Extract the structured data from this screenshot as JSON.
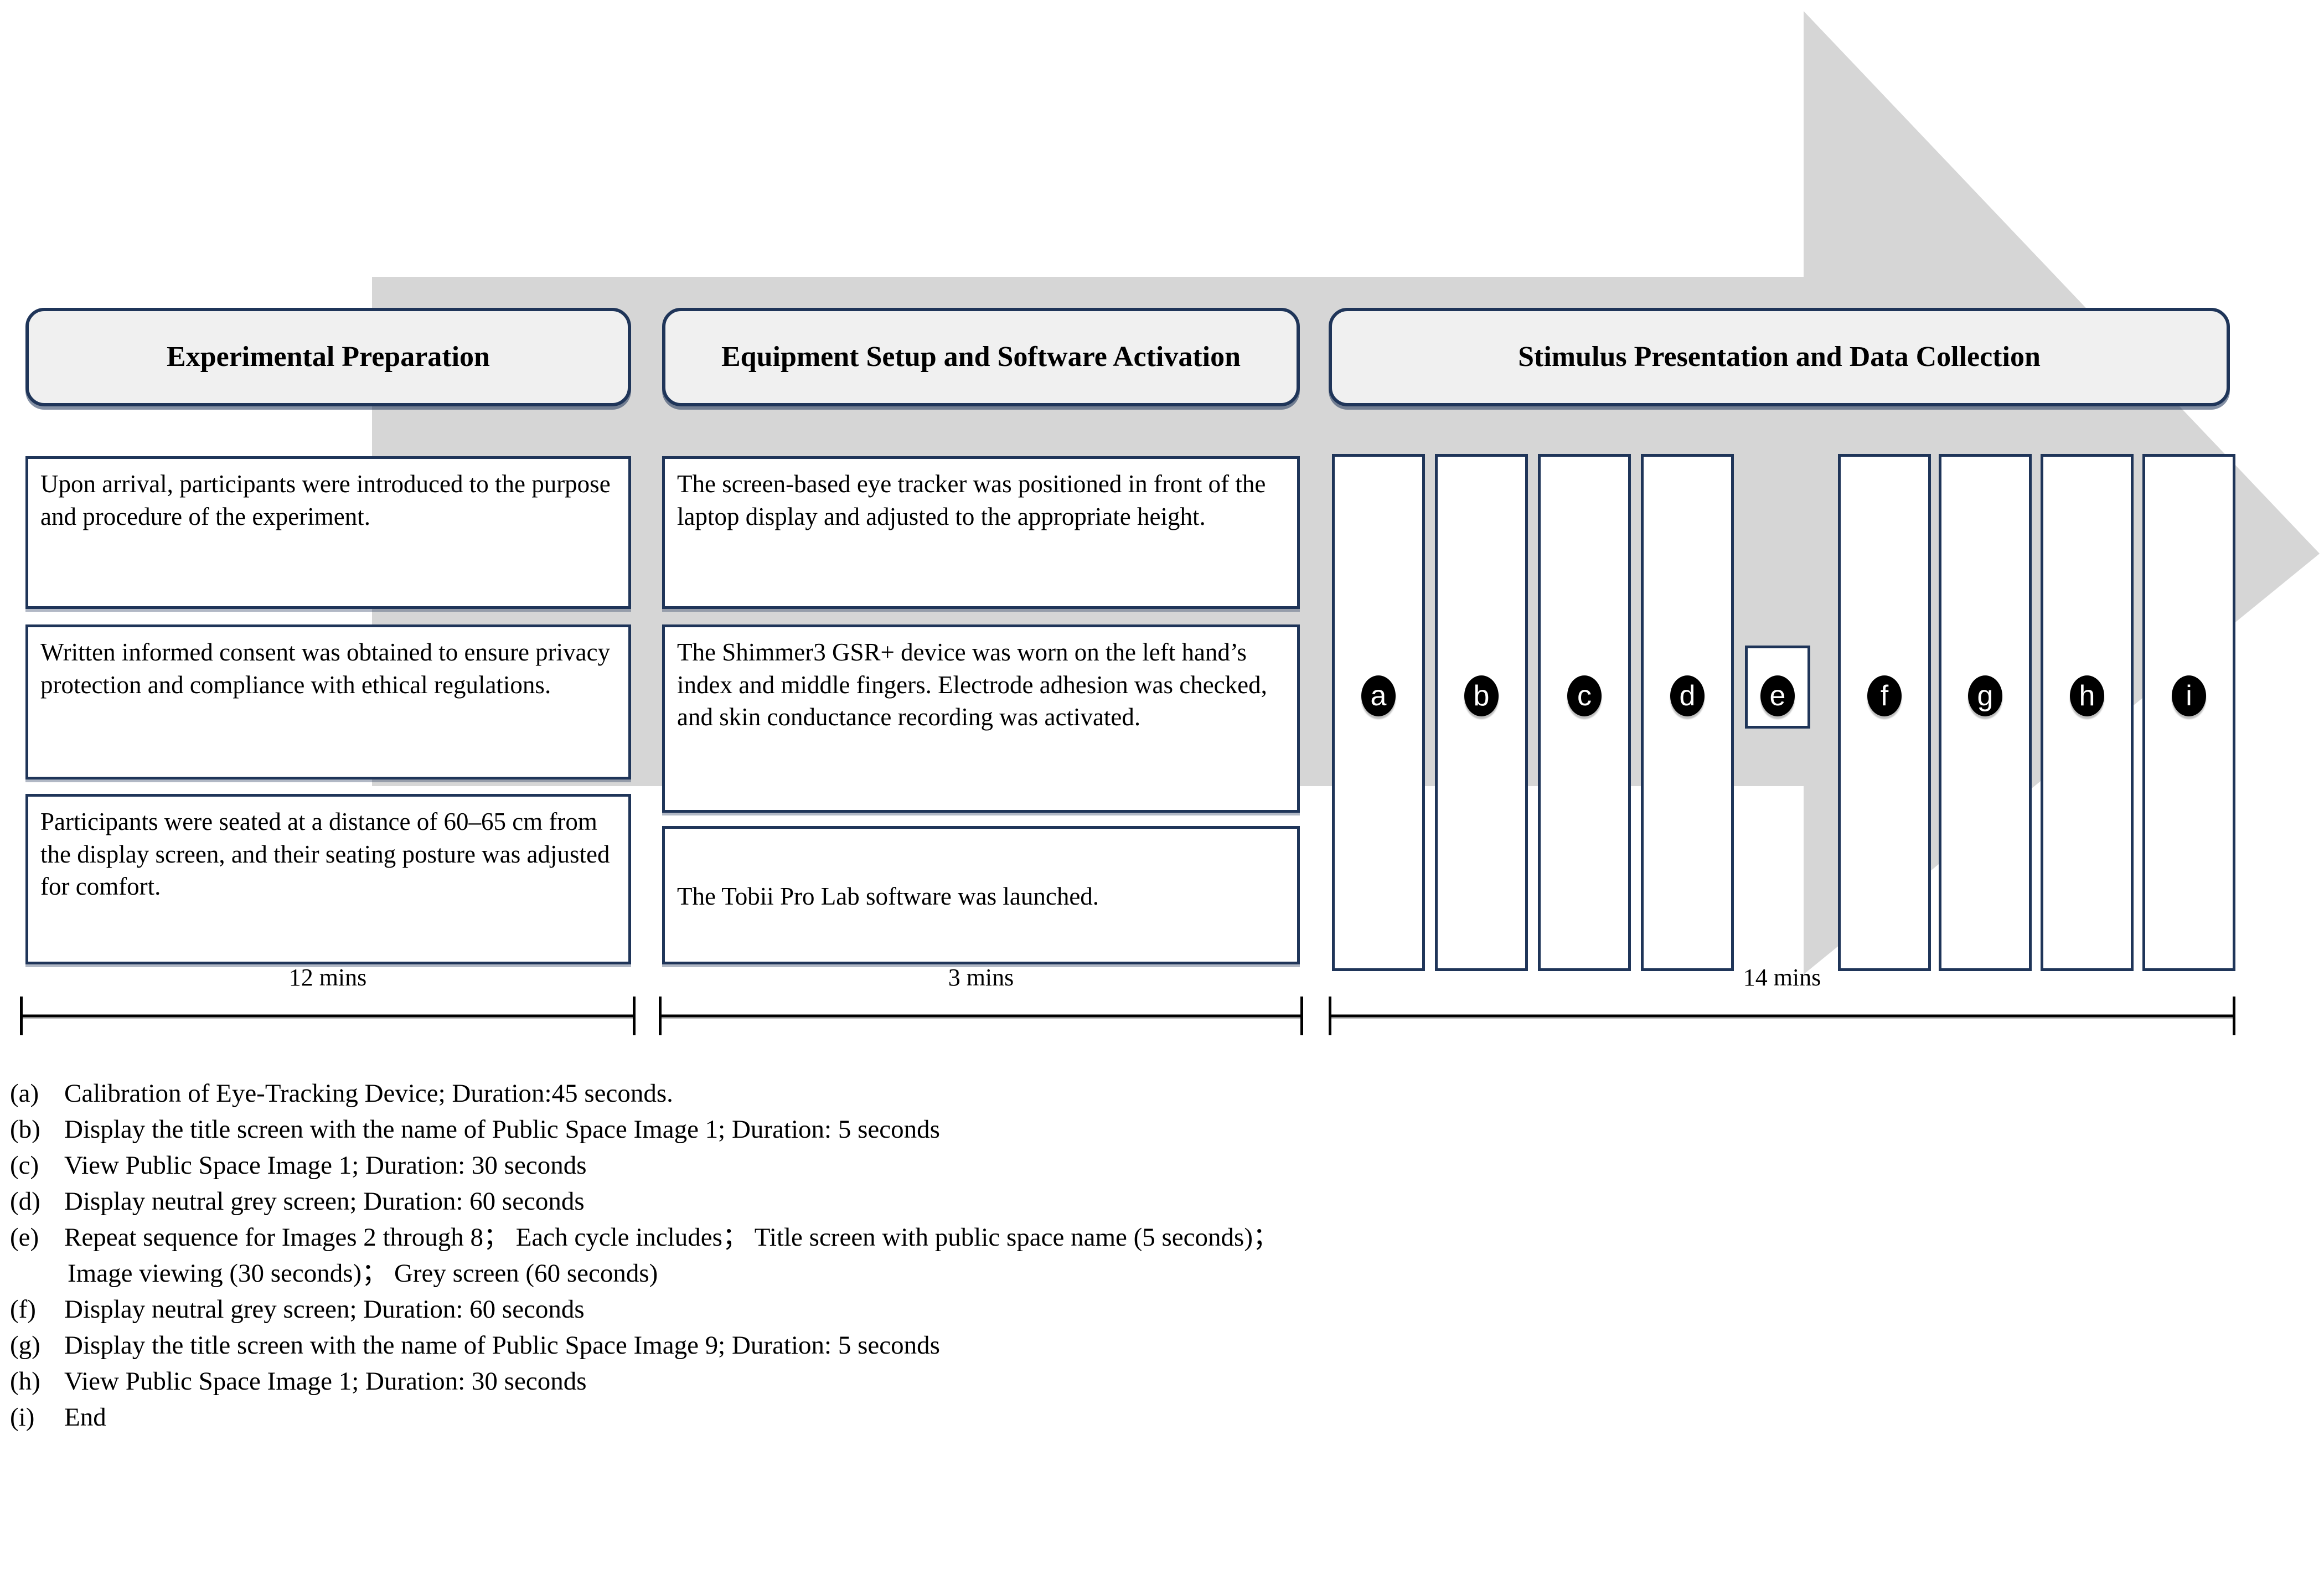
{
  "colors": {
    "arrow_grey": "#d6d6d6",
    "box_border": "#1f3559",
    "header_fill": "#f0f0f0",
    "badge_fill": "#000000",
    "page_bg": "#ffffff"
  },
  "stages": [
    {
      "id": "experimental-preparation",
      "title": "Experimental Preparation",
      "duration_label": "12 mins",
      "steps": [
        "Upon arrival, participants were introduced to the purpose and procedure of the experiment.",
        "Written informed consent was obtained to ensure privacy protection and compliance with ethical regulations.",
        "Participants were seated at a distance of 60–65 cm from the display screen, and their seating posture was adjusted for comfort."
      ]
    },
    {
      "id": "equipment-setup-and-software-activation",
      "title": "Equipment Setup and Software Activation",
      "duration_label": "3 mins",
      "steps": [
        "The screen-based eye tracker was positioned in front of the laptop display and adjusted to the appropriate height.",
        "The Shimmer3 GSR+ device was worn on the left hand’s index and middle fingers. Electrode adhesion was checked, and skin conductance recording was activated.",
        "The Tobii Pro Lab software was launched."
      ]
    },
    {
      "id": "stimulus-presentation-and-data-collection",
      "title": "Stimulus Presentation and Data Collection",
      "duration_label": "14 mins",
      "stimulus_badges": [
        "a",
        "b",
        "c",
        "d",
        "e",
        "f",
        "g",
        "h",
        "i"
      ]
    }
  ],
  "legend": [
    {
      "marker": "(a)",
      "text": "Calibration of Eye-Tracking Device; Duration:45 seconds.",
      "continuation": ""
    },
    {
      "marker": "(b)",
      "text": "Display the title screen with the name of Public Space Image 1; Duration: 5 seconds",
      "continuation": ""
    },
    {
      "marker": "(c)",
      "text": "View Public Space Image 1; Duration: 30 seconds",
      "continuation": ""
    },
    {
      "marker": "(d)",
      "text": "Display neutral grey screen; Duration: 60 seconds",
      "continuation": ""
    },
    {
      "marker": "(e)",
      "text": "Repeat sequence for Images 2 through 8； Each cycle includes； Title screen with public space name (5 seconds)；",
      "continuation": "Image viewing (30 seconds)；   Grey screen (60 seconds)"
    },
    {
      "marker": "(f)",
      "text": "Display neutral grey screen; Duration: 60 seconds",
      "continuation": ""
    },
    {
      "marker": "(g)",
      "text": "Display the title screen with the name of Public Space Image 9; Duration: 5 seconds",
      "continuation": ""
    },
    {
      "marker": "(h)",
      "text": "View Public Space Image 1; Duration: 30 seconds",
      "continuation": ""
    },
    {
      "marker": "(i)",
      "text": "End",
      "continuation": ""
    }
  ]
}
